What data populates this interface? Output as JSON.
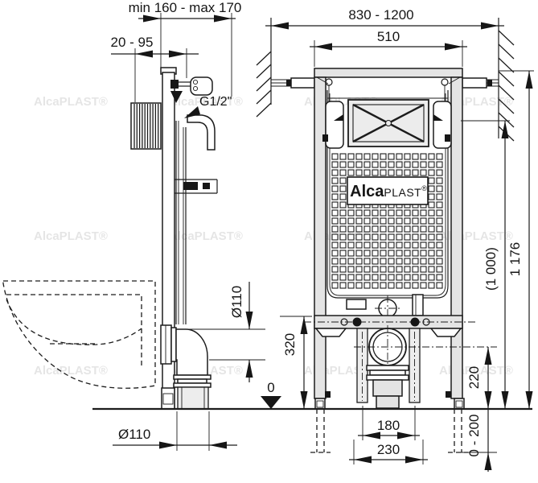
{
  "watermark": "AlcaPLAST®",
  "logo": {
    "alca": "Alca",
    "plast": "PLAST",
    "reg": "®"
  },
  "dimensions": {
    "top_offset": "min 160 - max 170",
    "wall_clearance": "20 - 95",
    "width_range": "830 - 1200",
    "frame_width": "510",
    "thread": "G1/2\"",
    "outlet_dia_side": "Ø110",
    "outlet_dia_floor": "Ø110",
    "crossbar_height": "320",
    "floor_level": "0",
    "outlet_axis_height": "220",
    "bolt_spacing": "180",
    "fixing_spacing": "230",
    "leg_range": "0 - 200",
    "aux_height": "(1 000)",
    "total_height": "1 176"
  }
}
